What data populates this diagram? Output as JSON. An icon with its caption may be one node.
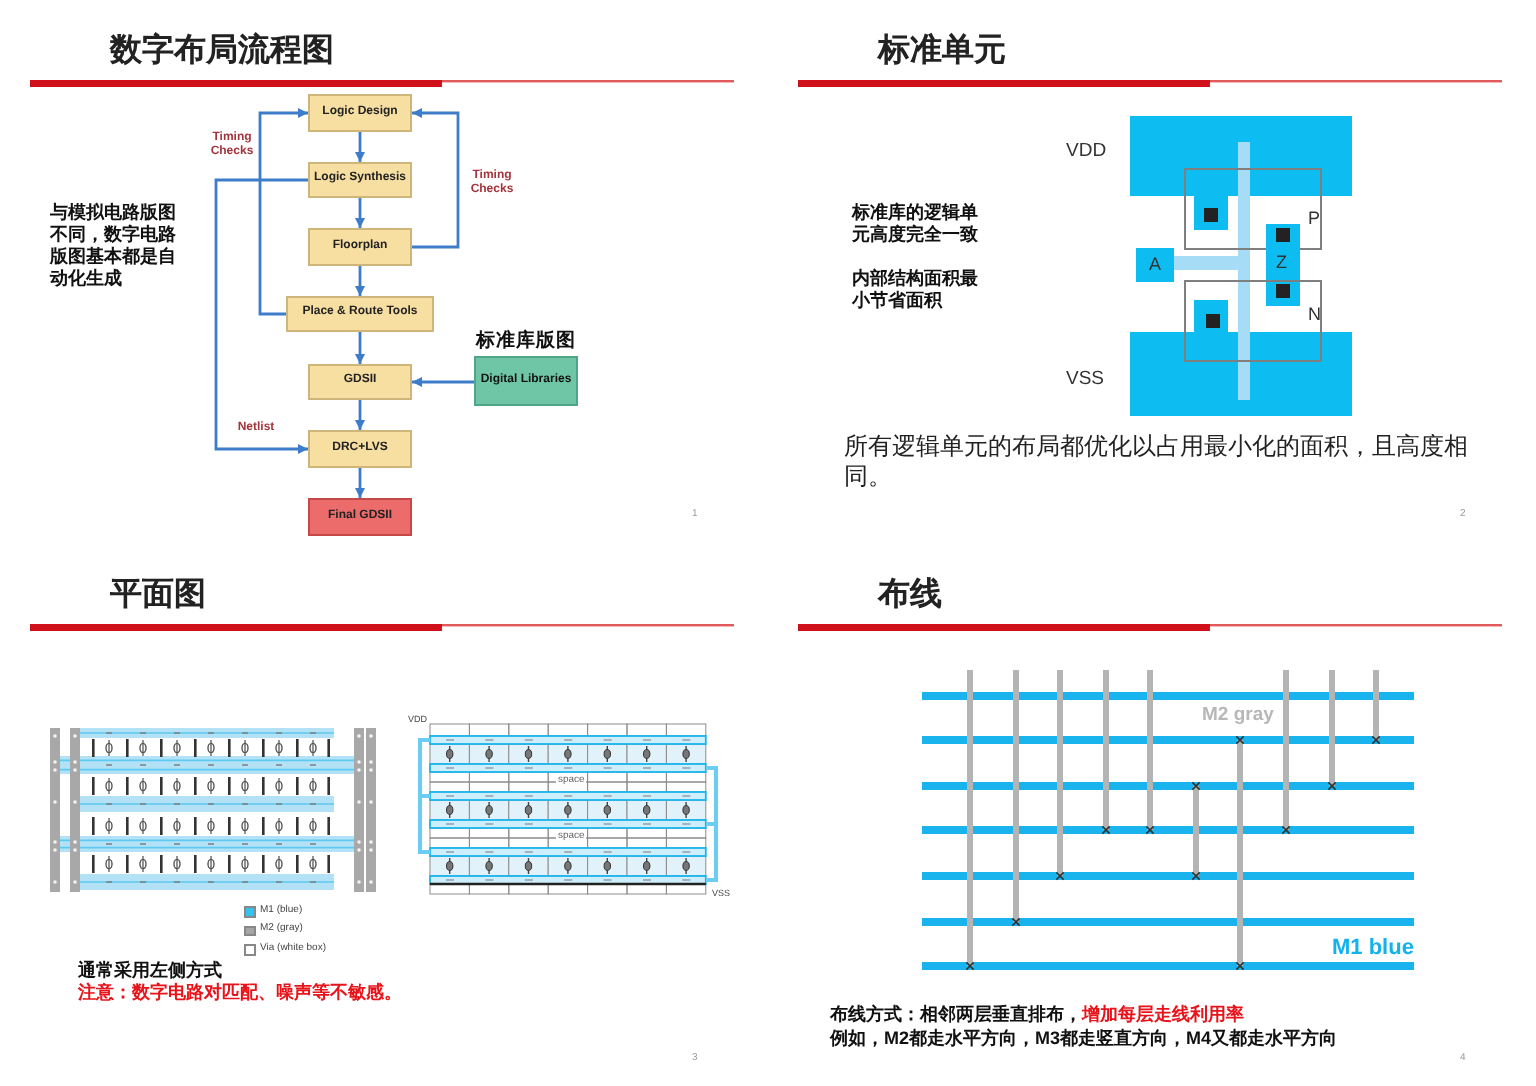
{
  "diagram": {
    "nodes": [
      {
        "text": [
          "Logic Design"
        ]
      },
      {
        "text": [
          "Logic Synthesis"
        ]
      },
      {
        "text": [
          "Floorplan"
        ]
      },
      {
        "text": [
          "Place & Route Tools"
        ]
      },
      {
        "text": [
          "GDSII"
        ]
      },
      {
        "text": [
          "标准库版图",
          "Digital Libraries"
        ]
      },
      {
        "text": [
          "DRC+LVS"
        ]
      },
      {
        "text": [
          "Final GDSII"
        ]
      },
      {
        "text": [
          "P"
        ]
      },
      {
        "text": [
          "A"
        ]
      },
      {
        "text": [
          "Z"
        ]
      },
      {
        "text": [
          "N"
        ]
      }
    ],
    "edges": [
      {
        "from": 0,
        "to": 1,
        "arrow": "to"
      },
      {
        "from": 1,
        "to": 2,
        "arrow": "to"
      },
      {
        "from": 2,
        "to": 3,
        "arrow": "to"
      },
      {
        "from": 3,
        "to": 4,
        "arrow": "to"
      },
      {
        "from": 5,
        "to": 4,
        "arrow": "to"
      },
      {
        "from": 4,
        "to": 6,
        "arrow": "to"
      },
      {
        "from": 6,
        "to": 7,
        "arrow": "to"
      },
      {
        "from": 2,
        "to": 0,
        "arrow": "to",
        "label": "Timing Checks"
      },
      {
        "from": 3,
        "to": 0,
        "arrow": "to",
        "label": "Timing Checks"
      },
      {
        "from": 1,
        "to": 6,
        "arrow": "to",
        "label": "Netlist"
      }
    ],
    "labels": [
      "数字布局流程图",
      "与模拟电路版图不同，数字电路版图基本都是自动化生成",
      "1",
      "标准单元",
      "VDD",
      "标准库的逻辑单元高度完全一致",
      "内部结构面积最小节省面积",
      "VSS",
      "所有逻辑单元的布局都优化以占用最小化的面积，且高度相同。",
      "2",
      "平面图",
      "VDD",
      "space",
      "space",
      "VSS",
      "通常采用左侧方式",
      "注意：数字电路对匹配、噪声等不敏感。",
      "3",
      "布线",
      "M2 gray",
      "M1 blue",
      "布线方式：相邻两层垂直排布，",
      "增加每层走线利用率",
      "例如，M2都走水平方向，M3都走竖直方向，M4又都走水平方向",
      "4"
    ],
    "legend": [
      {
        "text": "M1 (blue)",
        "color": "#33c3f0"
      },
      {
        "text": "M2 (gray)",
        "color": "#a6a6a6"
      },
      {
        "text": "Via (white box)",
        "color": "#ffffff"
      }
    ]
  }
}
